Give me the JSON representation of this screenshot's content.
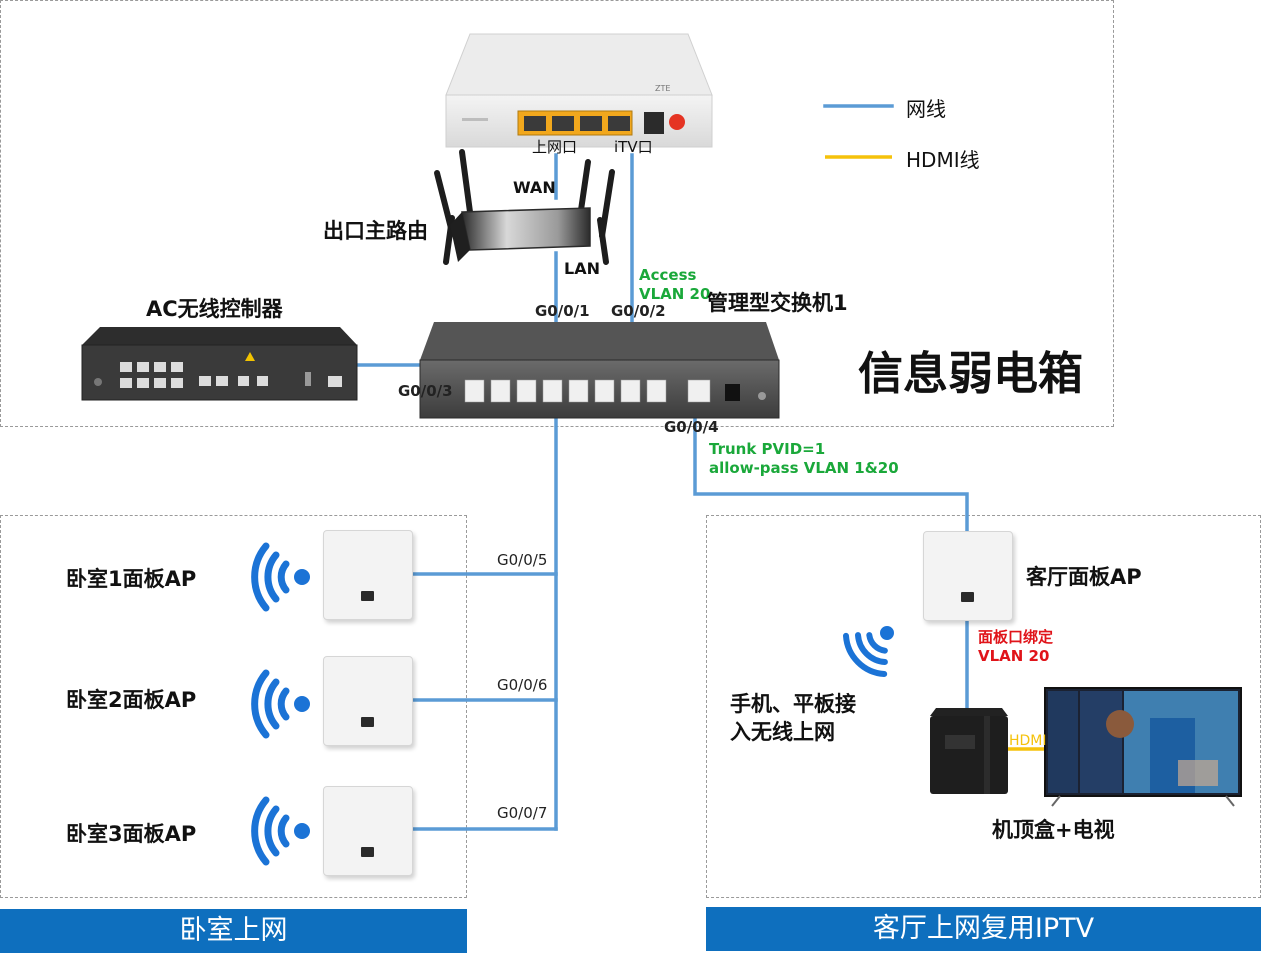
{
  "labels": {
    "wired_line": "网线",
    "hdmi_line": "HDMI线",
    "internet_port": "上网口",
    "itv_port": "iTV口",
    "wan": "WAN",
    "lan": "LAN",
    "router": "出口主路由",
    "ac_controller": "AC无线控制器",
    "access_line1": "Access",
    "access_line2": "VLAN 20",
    "managed_switch": "管理型交换机1",
    "cabinet": "信息弱电箱",
    "g001": "G0/0/1",
    "g002": "G0/0/2",
    "g003": "G0/0/3",
    "g004": "G0/0/4",
    "g005": "G0/0/5",
    "g006": "G0/0/6",
    "g007": "G0/0/7",
    "trunk_line1": "Trunk PVID=1",
    "trunk_line2": "allow-pass VLAN 1&20",
    "bedroom1_ap": "卧室1面板AP",
    "bedroom2_ap": "卧室2面板AP",
    "bedroom3_ap": "卧室3面板AP",
    "living_ap": "客厅面板AP",
    "bind_line1": "面板口绑定",
    "bind_line2": "VLAN 20",
    "mobile_line1": "手机、平板接",
    "mobile_line2": "入无线上网",
    "hdmi": "HDMI",
    "stb_tv": "机顶盒+电视",
    "bedroom_banner": "卧室上网",
    "living_banner": "客厅上网复用IPTV",
    "brand": "ZTE"
  },
  "colors": {
    "network_cable": "#5b9bd5",
    "hdmi_cable": "#f5c20b",
    "wifi": "#1b73d6",
    "banner": "#0e6fbe",
    "config_green": "#1aa83a",
    "config_red": "#e0141a"
  }
}
